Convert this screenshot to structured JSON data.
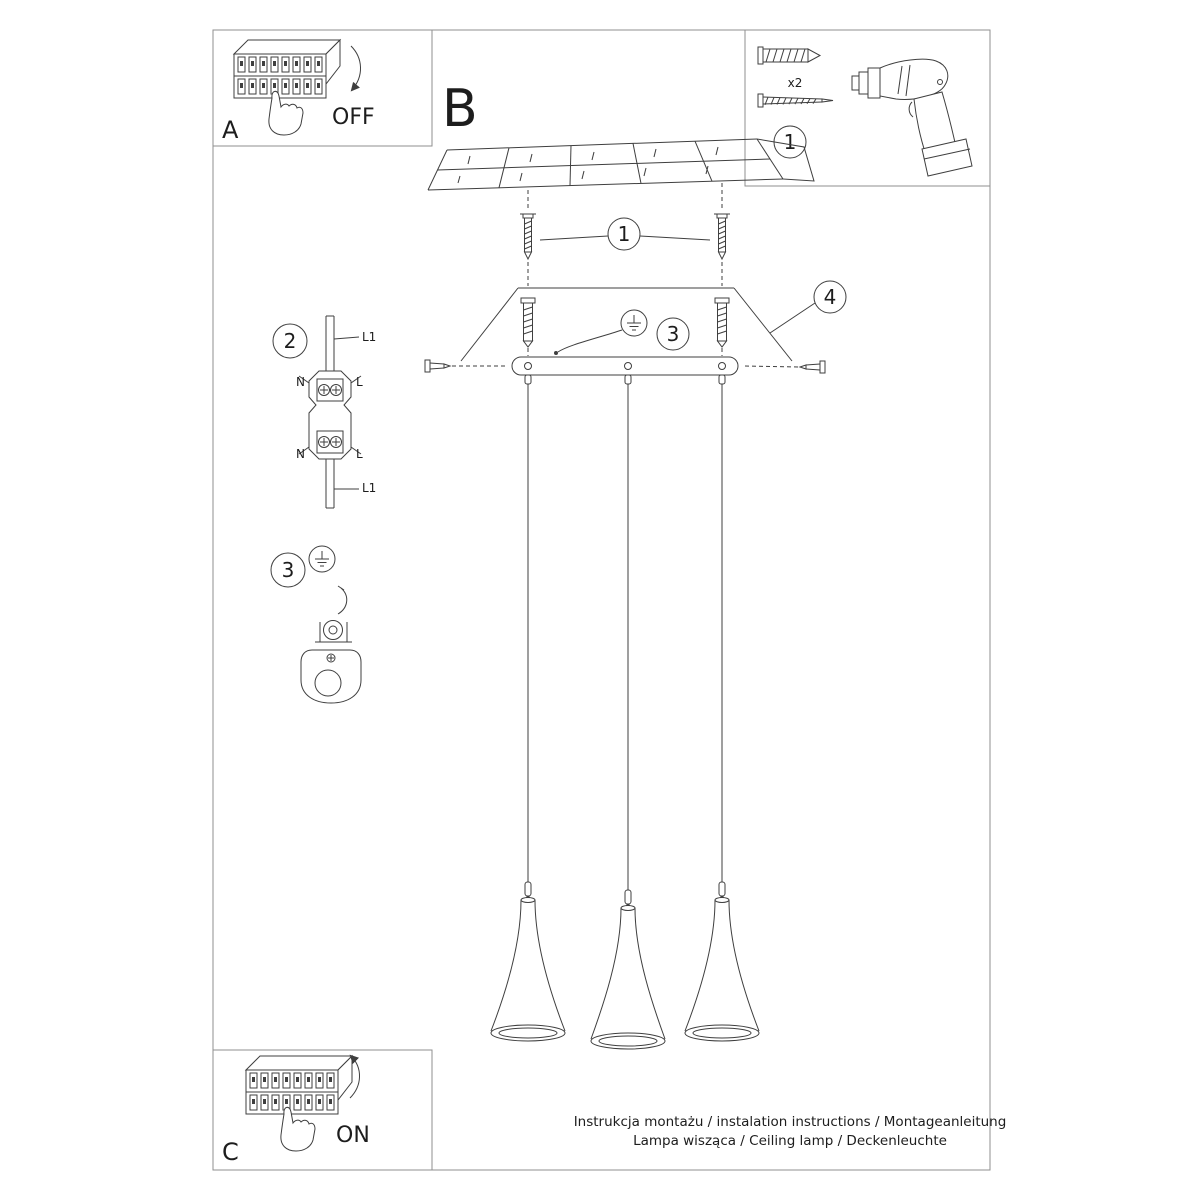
{
  "document": {
    "footer_line1": "Instrukcja montażu / instalation instructions / Montageanleitung",
    "footer_line2": "Lampa wisząca / Ceiling lamp / Deckenleuchte"
  },
  "steps": {
    "power_off": {
      "label": "A",
      "state": "OFF"
    },
    "main": {
      "label": "B"
    },
    "power_on": {
      "label": "C",
      "state": "ON"
    }
  },
  "parts_box": {
    "callout": "1",
    "plug_quantity": "x2"
  },
  "callouts": {
    "screws": "1",
    "terminal": "2",
    "ground_main": "3",
    "canopy": "4",
    "ground_detail": "3"
  },
  "terminal": {
    "wire_top": "L1",
    "n_top": "N",
    "l_top": "L",
    "n_bottom": "N",
    "l_bottom": "L",
    "wire_bottom": "L1"
  },
  "colors": {
    "line": "#3f3f3f",
    "background": "#ffffff"
  }
}
